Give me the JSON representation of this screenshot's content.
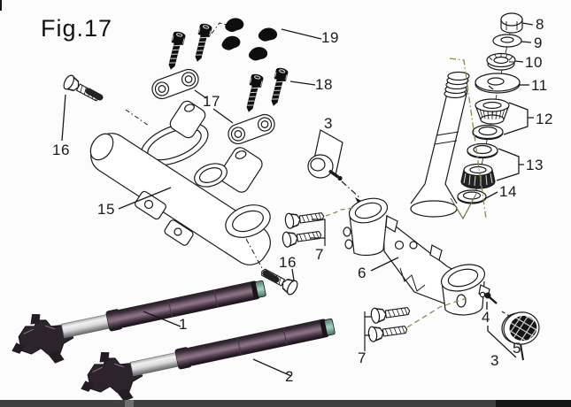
{
  "figure": {
    "title": "Fig.17"
  },
  "callouts": {
    "n1": {
      "text": "1"
    },
    "n2": {
      "text": "2"
    },
    "n3a": {
      "text": "3"
    },
    "n3b": {
      "text": "3"
    },
    "n4": {
      "text": "4"
    },
    "n5": {
      "text": "5"
    },
    "n6": {
      "text": "6"
    },
    "n7a": {
      "text": "7"
    },
    "n7b": {
      "text": "7"
    },
    "n8": {
      "text": "8"
    },
    "n9": {
      "text": "9"
    },
    "n10": {
      "text": "10"
    },
    "n11": {
      "text": "11"
    },
    "n12": {
      "text": "12"
    },
    "n13": {
      "text": "13"
    },
    "n14": {
      "text": "14"
    },
    "n15": {
      "text": "15"
    },
    "n16a": {
      "text": "16"
    },
    "n16b": {
      "text": "16"
    },
    "n17": {
      "text": "17"
    },
    "n18": {
      "text": "18"
    },
    "n19": {
      "text": "19"
    }
  },
  "colors": {
    "ink": "#1a1a1a",
    "dash_olive": "#8a8a4a",
    "paper": "#fcfcfc",
    "fork_tube_purple": "#6b5468",
    "chrome": "#d9d9d9",
    "tube_cap_teal": "#8fbcac",
    "footer_bar": "#3d3d3d",
    "dark_part": "#101010"
  }
}
